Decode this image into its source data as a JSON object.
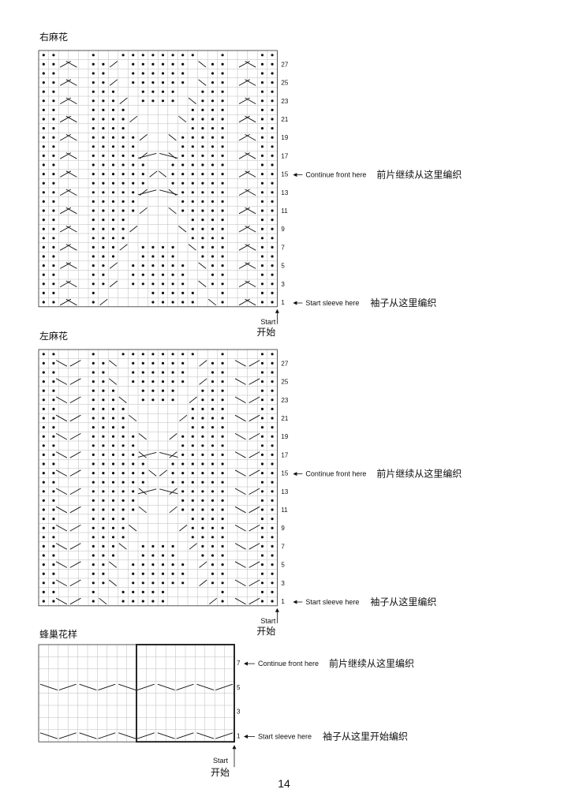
{
  "charts": [
    {
      "title": "右麻花",
      "row_labels": [
        "27",
        "25",
        "23",
        "21",
        "19",
        "17",
        "15",
        "13",
        "11",
        "9",
        "7",
        "5",
        "3",
        "1"
      ],
      "markers": [
        {
          "row": 15,
          "en": "Continue front here",
          "zh": "前片继续从这里编织"
        },
        {
          "row": 1,
          "en": "Start sleeve here",
          "zh": "袖子从这里编织"
        }
      ],
      "start_en": "Start",
      "start_zh": "开始"
    },
    {
      "title": "左麻花",
      "row_labels": [
        "27",
        "25",
        "23",
        "21",
        "19",
        "17",
        "15",
        "13",
        "11",
        "9",
        "7",
        "5",
        "3",
        "1"
      ],
      "markers": [
        {
          "row": 15,
          "en": "Continue front here",
          "zh": "前片继续从这里编织"
        },
        {
          "row": 1,
          "en": "Start sleeve here",
          "zh": "袖子从这里编织"
        }
      ],
      "start_en": "Start",
      "start_zh": "开始"
    },
    {
      "title": "蜂巢花样",
      "row_labels": [
        "7",
        "5",
        "3",
        "1"
      ],
      "markers": [
        {
          "row": 7,
          "en": "Continue front here",
          "zh": "前片继续从这里编织"
        },
        {
          "row": 1,
          "en": "Start sleeve here",
          "zh": "袖子从这里开始编织"
        }
      ],
      "start_en": "Start",
      "start_zh": "开始"
    }
  ],
  "page_number": "14"
}
